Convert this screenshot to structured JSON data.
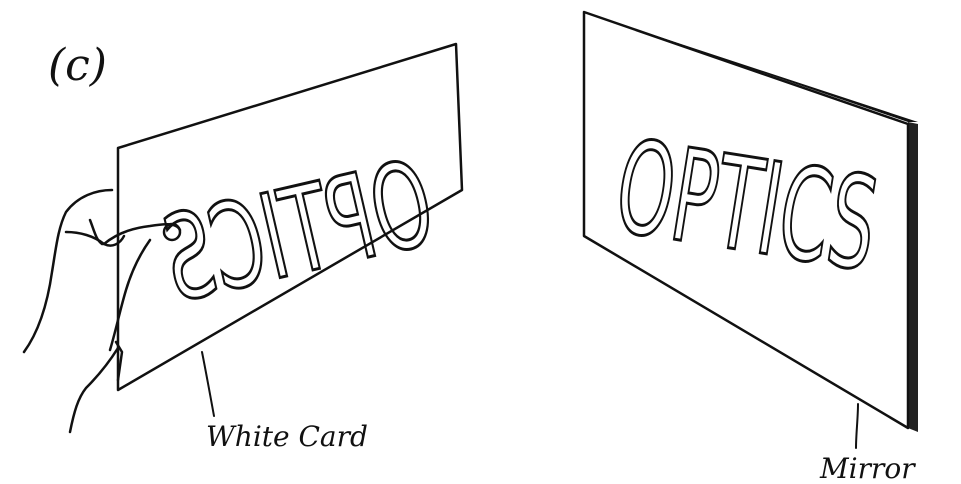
{
  "panel_label": "(c)",
  "card": {
    "text": "OPTICS",
    "label": "White Card"
  },
  "mirror": {
    "text": "OPTICS",
    "label": "Mirror"
  }
}
